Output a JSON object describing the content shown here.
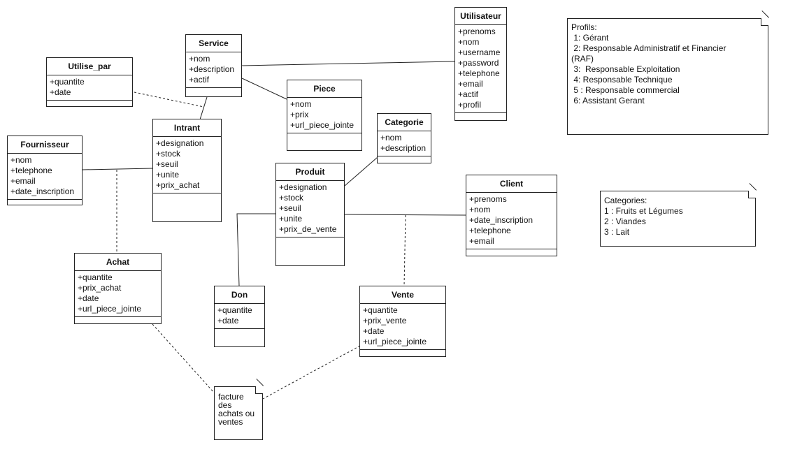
{
  "classes": {
    "service": {
      "name": "Service",
      "attrs": [
        "+nom",
        "+description",
        "+actif"
      ]
    },
    "utilisateur": {
      "name": "Utilisateur",
      "attrs": [
        "+prenoms",
        "+nom",
        "+username",
        "+password",
        "+telephone",
        "+email",
        "+actif",
        "+profil"
      ]
    },
    "utilise_par": {
      "name": "Utilise_par",
      "attrs": [
        "+quantite",
        "+date"
      ]
    },
    "piece": {
      "name": "Piece",
      "attrs": [
        "+nom",
        "+prix",
        "+url_piece_jointe"
      ]
    },
    "intrant": {
      "name": "Intrant",
      "attrs": [
        "+designation",
        "+stock",
        "+seuil",
        "+unite",
        "+prix_achat"
      ]
    },
    "categorie": {
      "name": "Categorie",
      "attrs": [
        "+nom",
        "+description"
      ]
    },
    "fournisseur": {
      "name": "Fournisseur",
      "attrs": [
        "+nom",
        "+telephone",
        "+email",
        "+date_inscription"
      ]
    },
    "produit": {
      "name": "Produit",
      "attrs": [
        "+designation",
        "+stock",
        "+seuil",
        "+unite",
        "+prix_de_vente"
      ]
    },
    "client": {
      "name": "Client",
      "attrs": [
        "+prenoms",
        "+nom",
        "+date_inscription",
        "+telephone",
        "+email"
      ]
    },
    "achat": {
      "name": "Achat",
      "attrs": [
        "+quantite",
        "+prix_achat",
        "+date",
        "+url_piece_jointe"
      ]
    },
    "don": {
      "name": "Don",
      "attrs": [
        "+quantite",
        "+date"
      ]
    },
    "vente": {
      "name": "Vente",
      "attrs": [
        "+quantite",
        "+prix_vente",
        "+date",
        "+url_piece_jointe"
      ]
    }
  },
  "notes": {
    "profils": [
      "Profils:",
      " 1: Gérant",
      " 2: Responsable Administratif et Financier",
      "(RAF)",
      " 3:  Responsable Exploitation",
      " 4: Responsable Technique",
      " 5 : Responsable commercial",
      " 6: Assistant Gerant"
    ],
    "categories": [
      "Categories:",
      "1 : Fruits et Légumes",
      "2 : Viandes",
      "3 : Lait"
    ],
    "facture": [
      "facture",
      "des",
      "achats ou",
      "ventes"
    ]
  }
}
